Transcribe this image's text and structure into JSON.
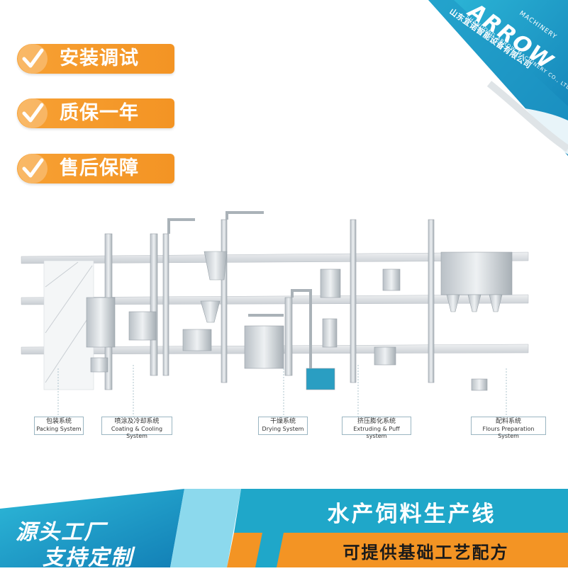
{
  "features": [
    {
      "label": "安装调试"
    },
    {
      "label": "质保一年"
    },
    {
      "label": "售后保障"
    }
  ],
  "logo": {
    "wordmark": "ARROW",
    "wordmark_suffix": "MACHINERY",
    "company_cn": "山东宜诺智能设备有限公司",
    "company_en": "SHANDONG ARROW MACHINERY CO., LTD"
  },
  "systems": [
    {
      "cn": "包装系统",
      "en": "Packing System"
    },
    {
      "cn": "喷涂及冷却系统",
      "en": "Coating & Cooling System"
    },
    {
      "cn": "干燥系统",
      "en": "Drying System"
    },
    {
      "cn": "挤压膨化系统",
      "en": "Extruding & Puff system"
    },
    {
      "cn": "配料系统",
      "en": "Flours Preparation System"
    }
  ],
  "banner": {
    "title": "水产饲料生产线",
    "subtitle": "可提供基础工艺配方",
    "slogan_line1": "源头工厂",
    "slogan_line2": "支持定制"
  },
  "colors": {
    "orange": "#f39424",
    "teal": "#1fa7c9",
    "dark_blue": "#1668a6",
    "light_cyan": "#6fd0e8"
  }
}
